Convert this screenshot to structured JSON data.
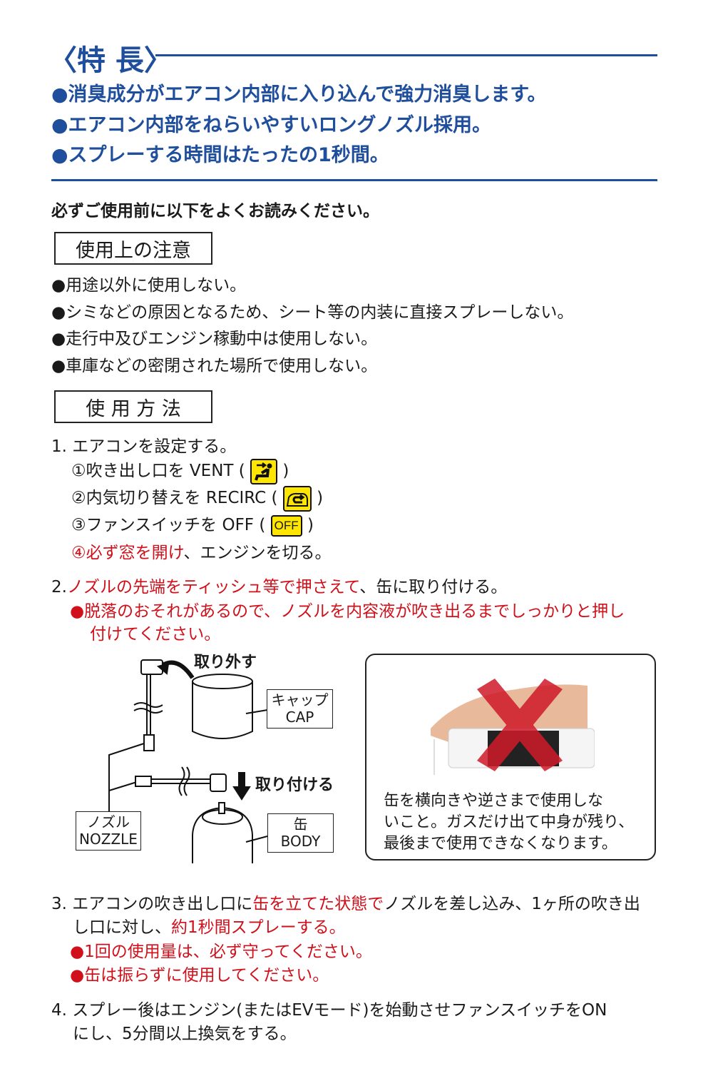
{
  "features": {
    "title": "〈特 長〉",
    "items": [
      "●消臭成分がエアコン内部に入り込んで強力消臭します。",
      "●エアコン内部をねらいやすいロングノズル採用。",
      "●スプレーする時間はたったの1秒間。"
    ]
  },
  "notice": "必ずご使用前に以下をよくお読みください。",
  "precautions": {
    "title": "使用上の注意",
    "items": [
      "●用途以外に使用しない。",
      "●シミなどの原因となるため、シート等の内装に直接スプレーしない。",
      "●走行中及びエンジン稼動中は使用しない。",
      "●車庫などの密閉された場所で使用しない。"
    ]
  },
  "usage": {
    "title": "使 用 方 法",
    "step1": {
      "text": "1. エアコンを設定する。",
      "sub1": "①吹き出し口を VENT (",
      "sub2": "②内気切り替えを RECIRC (",
      "sub3": "③ファンスイッチを OFF (",
      "off_icon": "OFF",
      "close_paren": ")",
      "sub4_num": "④",
      "sub4_red": "必ず窓を開け",
      "sub4_rest": "、エンジンを切る。"
    },
    "step2": {
      "num": "2.",
      "red": "ノズルの先端をティッシュ等で押さえて",
      "rest": "、缶に取り付ける。",
      "warn1": "●脱落のおそれがあるので、ノズルを内容液が吹き出るまでしっかりと押し",
      "warn2": "付けてください。"
    },
    "diagram": {
      "remove": "取り外す",
      "attach": "取り付ける",
      "cap_jp": "キャップ",
      "cap_en": "CAP",
      "nozzle_jp": "ノズル",
      "nozzle_en": "NOZZLE",
      "body_jp": "缶",
      "body_en": "BODY",
      "warning_lines": [
        "缶を横向きや逆さまで使用しな",
        "いこと。ガスだけ出て中身が残り、",
        "最後まで使用できなくなります。"
      ]
    },
    "step3": {
      "a": "3. エアコンの吹き出し口に",
      "a_red": "缶を立てた状態で",
      "a_rest": "ノズルを差し込み、1ヶ所の吹き出",
      "b": "し口に対し、",
      "b_red": "約1秒間スプレーする。",
      "warn1": "●1回の使用量は、必ず守ってください。",
      "warn2": "●缶は振らずに使用してください。"
    },
    "step4": {
      "a": "4. スプレー後はエンジン(またはEVモード)を始動させファンスイッチをON",
      "b": "にし、5分間以上換気をする。"
    }
  },
  "colors": {
    "blue": "#1f4e9c",
    "red": "#d0101a",
    "icon_yellow": "#ffe600"
  }
}
